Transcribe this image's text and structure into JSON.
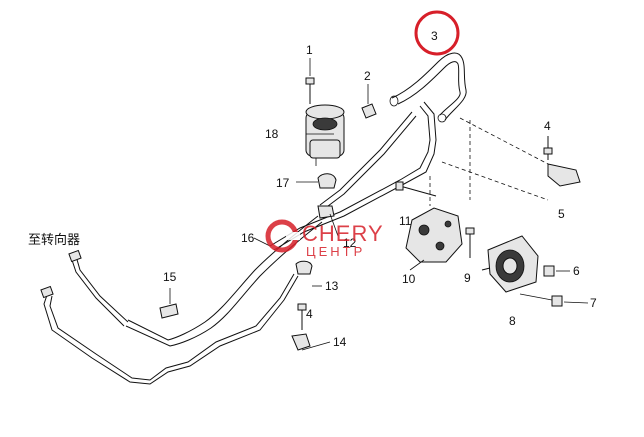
{
  "diagram": {
    "cn_label": "至转向器",
    "callouts": {
      "c1": "1",
      "c2": "2",
      "c3": "3",
      "c4a": "4",
      "c4b": "4",
      "c5": "5",
      "c6": "6",
      "c7": "7",
      "c8": "8",
      "c9": "9",
      "c10": "10",
      "c11": "11",
      "c12": "12",
      "c13": "13",
      "c14": "14",
      "c15": "15",
      "c16": "16",
      "c17": "17",
      "c18": "18"
    },
    "highlight_color": "#d71f29"
  },
  "watermark": {
    "brand": "CHERY",
    "subtitle": "ЦЕНТР",
    "color": "#d71f29"
  }
}
